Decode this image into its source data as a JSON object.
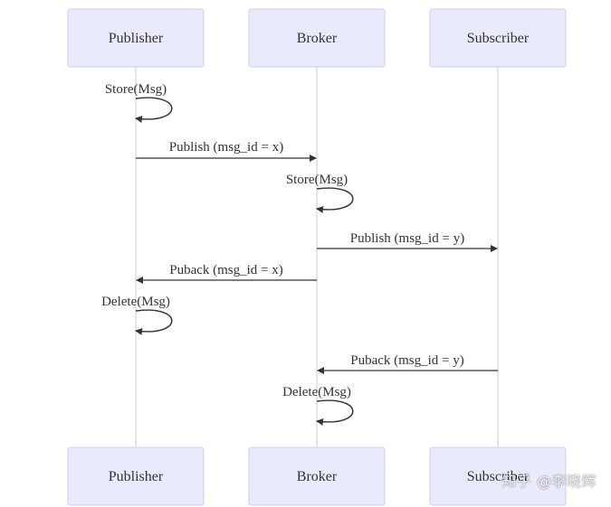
{
  "actors": {
    "publisher": "Publisher",
    "broker": "Broker",
    "subscriber": "Subscriber"
  },
  "messages": {
    "m1": "Store(Msg)",
    "m2": "Publish (msg_id = x)",
    "m3": "Store(Msg)",
    "m4": "Publish (msg_id = y)",
    "m5": "Puback (msg_id = x)",
    "m6": "Delete(Msg)",
    "m7": "Puback (msg_id = y)",
    "m8": "Delete(Msg)"
  },
  "watermark": "知乎 @李晓辉",
  "colors": {
    "actor_fill": "#eaeafd",
    "actor_stroke": "#cfcff2",
    "lifeline": "#cccccc",
    "message_line": "#333333",
    "text": "#333333"
  }
}
